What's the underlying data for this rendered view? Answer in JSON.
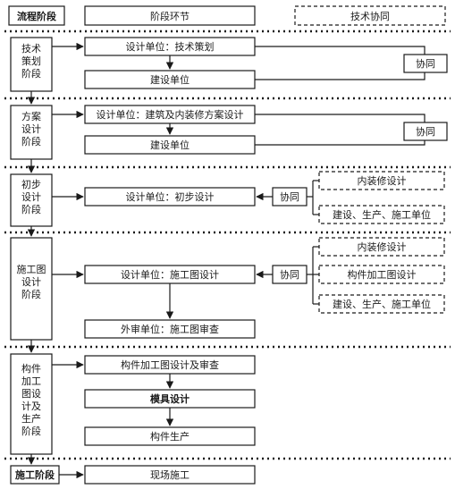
{
  "headers": {
    "stage_column": "流程阶段",
    "step_column": "阶段环节",
    "collab_column": "技术协同"
  },
  "stages": {
    "s1": "技术\n策划\n阶段",
    "s2": "方案\n设计\n阶段",
    "s3": "初步\n设计\n阶段",
    "s4": "施工图\n设计\n阶段",
    "s5": "构件\n加工\n图设\n计及\n生产\n阶段",
    "s6": "施工阶段"
  },
  "steps": {
    "tech_planning": "设计单位：技术策划",
    "tech_owner": "建设单位",
    "scheme_design": "设计单位：建筑及内装修方案设计",
    "scheme_owner": "建设单位",
    "prelim_design": "设计单位：初步设计",
    "cd_design": "设计单位：施工图设计",
    "cd_review": "外审单位：施工图审查",
    "component_drawing": "构件加工图设计及审查",
    "mold_design": "模具设计",
    "component_production": "构件生产",
    "site_construction": "现场施工"
  },
  "collab": {
    "label": "协同",
    "prelim_interior": "内装修设计",
    "prelim_parties": "建设、生产、施工单位",
    "cd_interior": "内装修设计",
    "cd_component": "构件加工图设计",
    "cd_parties": "建设、生产、施工单位"
  }
}
